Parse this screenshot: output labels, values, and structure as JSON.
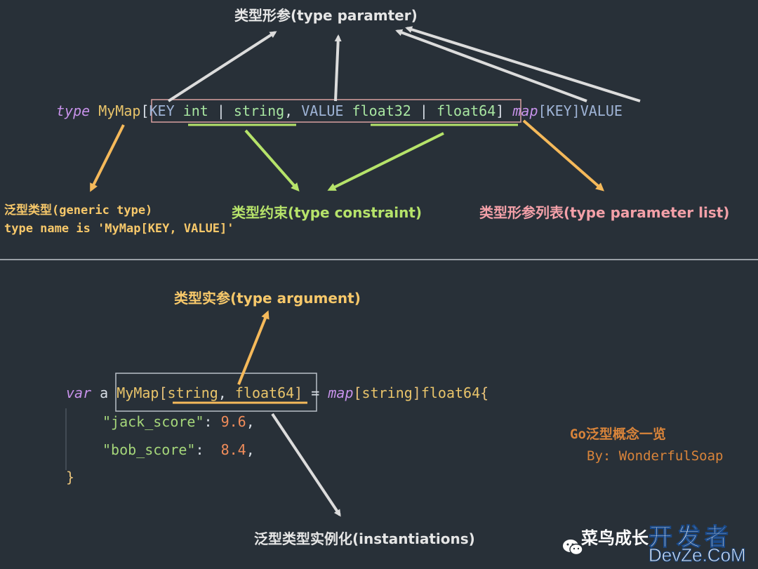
{
  "top": {
    "type_parameter_label": "类型形参(type paramter)",
    "code": {
      "kw_type": "type",
      "name": "MyMap",
      "bracket_open": "[",
      "key": "KEY",
      "c1": "int",
      "pipe1": "|",
      "c2": "string",
      "comma": ",",
      "value": "VALUE",
      "c3": "float32",
      "pipe2": "|",
      "c4": "float64",
      "bracket_close": "]",
      "map_kw": "map",
      "map_key": "[KEY]",
      "map_val": "VALUE"
    },
    "generic_type_label": "泛型类型(generic type)",
    "generic_type_sub": "type name is 'MyMap[KEY, VALUE]'",
    "type_constraint_label": "类型约束(type constraint)",
    "type_param_list_label": "类型形参列表(type parameter list)"
  },
  "bottom": {
    "type_argument_label": "类型实参(type argument)",
    "code": {
      "var": "var",
      "a": "a",
      "mymap": "MyMap",
      "lbr": "[",
      "arg1": "string",
      "comma": ",",
      "arg2": "float64",
      "rbr": "]",
      "eq": "=",
      "map_kw": "map",
      "map_lbr": "[",
      "map_key": "string",
      "map_rbr": "]",
      "map_val": "float64",
      "brace_open": "{",
      "line1_key": "\"jack_score\"",
      "line1_colon": ":",
      "line1_val": "9.6",
      "line1_comma": ",",
      "line2_key": "\"bob_score\"",
      "line2_colon": ":",
      "line2_val": "8.4",
      "line2_comma": ",",
      "brace_close": "}"
    },
    "instantiation_label": "泛型类型实例化(instantiations)",
    "credit_title": "Go泛型概念一览",
    "credit_by": "By: WonderfulSoap"
  },
  "watermark": {
    "wechat": "菜鸟成长",
    "site_cn": "开发者",
    "site_en": "DevZe.CoM"
  },
  "colors": {
    "background": "#283038",
    "arrow_white": "#dcdcdc",
    "arrow_orange": "#f5b95a",
    "arrow_green": "#b6e36a",
    "box_pink": "#d9a0a0",
    "box_gray": "#b9c0c8",
    "label_yellow": "#f7c86a",
    "label_green": "#b6e36a",
    "label_pink": "#f3a0a8",
    "credit_orange": "#d9843a"
  }
}
